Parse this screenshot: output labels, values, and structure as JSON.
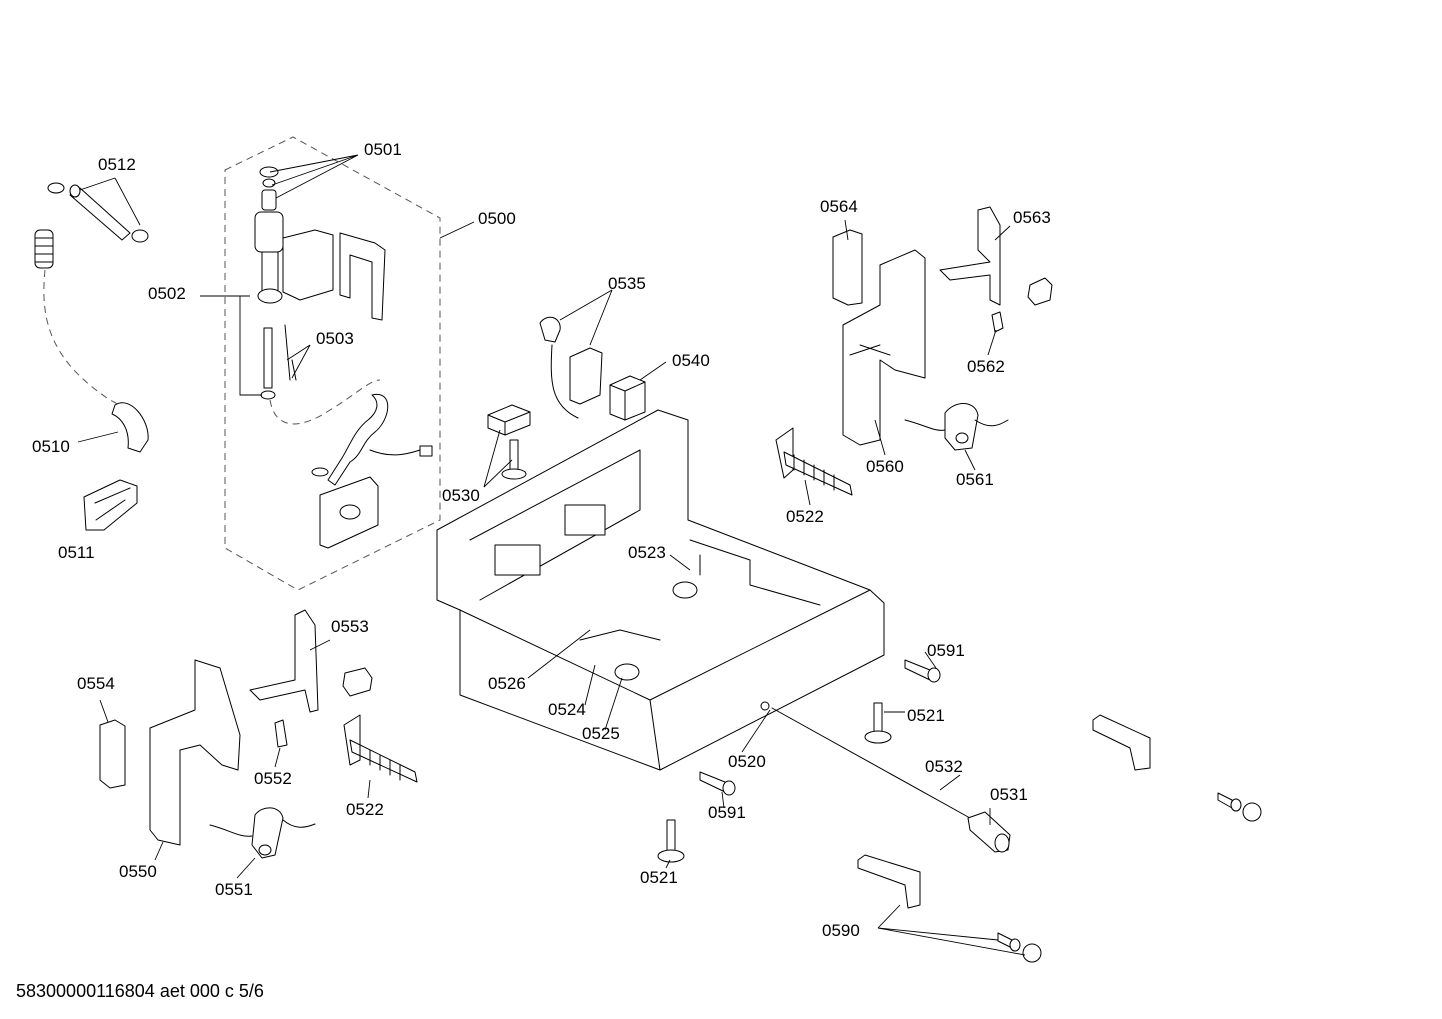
{
  "labels": {
    "p0500": "0500",
    "p0501": "0501",
    "p0502": "0502",
    "p0503": "0503",
    "p0510": "0510",
    "p0511": "0511",
    "p0512": "0512",
    "p0520": "0520",
    "p0521a": "0521",
    "p0521b": "0521",
    "p0522a": "0522",
    "p0522b": "0522",
    "p0523": "0523",
    "p0524": "0524",
    "p0525": "0525",
    "p0526": "0526",
    "p0530": "0530",
    "p0531": "0531",
    "p0532": "0532",
    "p0535": "0535",
    "p0540": "0540",
    "p0550": "0550",
    "p0551": "0551",
    "p0552": "0552",
    "p0553": "0553",
    "p0554": "0554",
    "p0560": "0560",
    "p0561": "0561",
    "p0562": "0562",
    "p0563": "0563",
    "p0564": "0564",
    "p0590": "0590",
    "p0591a": "0591",
    "p0591b": "0591"
  },
  "footer": {
    "text": "58300000116804 aet 000 c 5/6"
  }
}
